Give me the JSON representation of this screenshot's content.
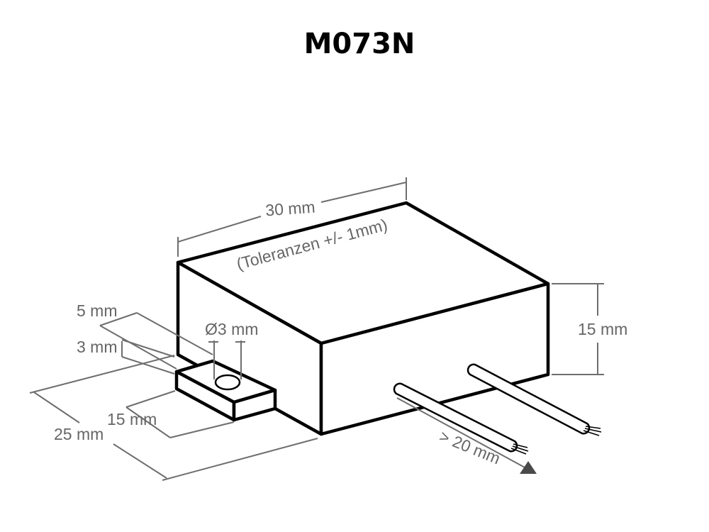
{
  "title": "M073N",
  "dimensions": {
    "length": "30 mm",
    "tolerance": "(Toleranzen +/- 1mm)",
    "height": "15 mm",
    "tab_width": "5 mm",
    "tab_thickness": "3 mm",
    "hole_diameter": "Ø3 mm",
    "tab_offset": "15 mm",
    "depth": "25 mm",
    "wire_length": "> 20 mm"
  },
  "colors": {
    "outline": "#000000",
    "dimension": "#6e6e6e",
    "background": "#ffffff"
  }
}
